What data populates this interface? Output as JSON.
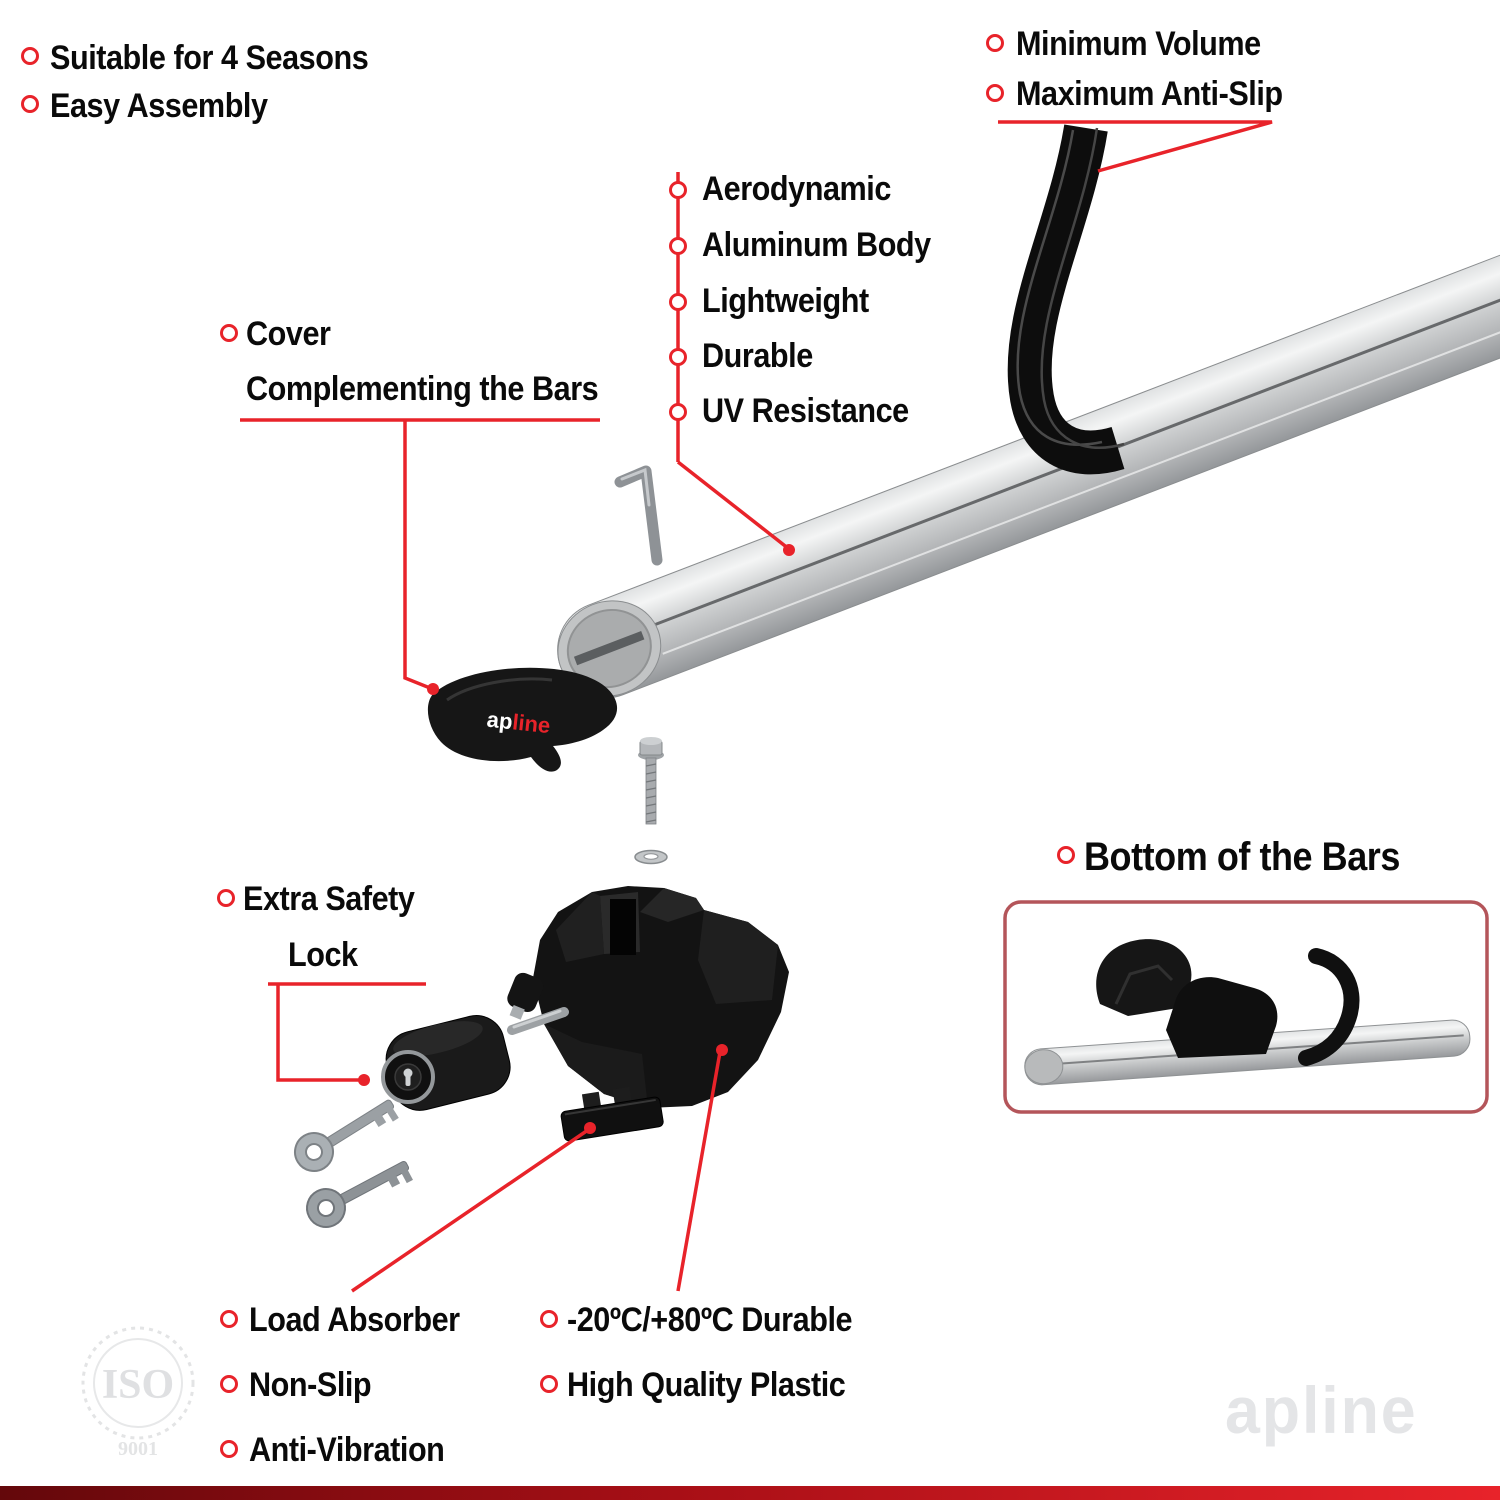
{
  "callouts": {
    "season": "Suitable for 4 Seasons",
    "assembly": "Easy Assembly",
    "volume": "Minimum Volume",
    "antislip": "Maximum Anti-Slip",
    "features": [
      "Aerodynamic",
      "Aluminum Body",
      "Lightweight",
      "Durable",
      "UV Resistance"
    ],
    "cover_line1": "Cover",
    "cover_line2": "Complementing the Bars",
    "lock_line1": "Extra Safety",
    "lock_line2": "Lock",
    "load": "Load Absorber",
    "nonslip": "Non-Slip",
    "antivibration": "Anti-Vibration",
    "temperature": "-20ºC/+80ºC Durable",
    "plastic": "High Quality Plastic",
    "bottom_bars": "Bottom of the Bars"
  },
  "branding": {
    "cover_logo_ap": "ap",
    "cover_logo_line": "line",
    "watermark": "apline",
    "iso": "ISO",
    "iso_number": "9001"
  },
  "colors": {
    "accent_red": "#e8232a",
    "dark_red": "#64080b",
    "bar_silver": "#cfd1d2",
    "part_black": "#131313",
    "watermark_gray": "#e4e5e7"
  }
}
